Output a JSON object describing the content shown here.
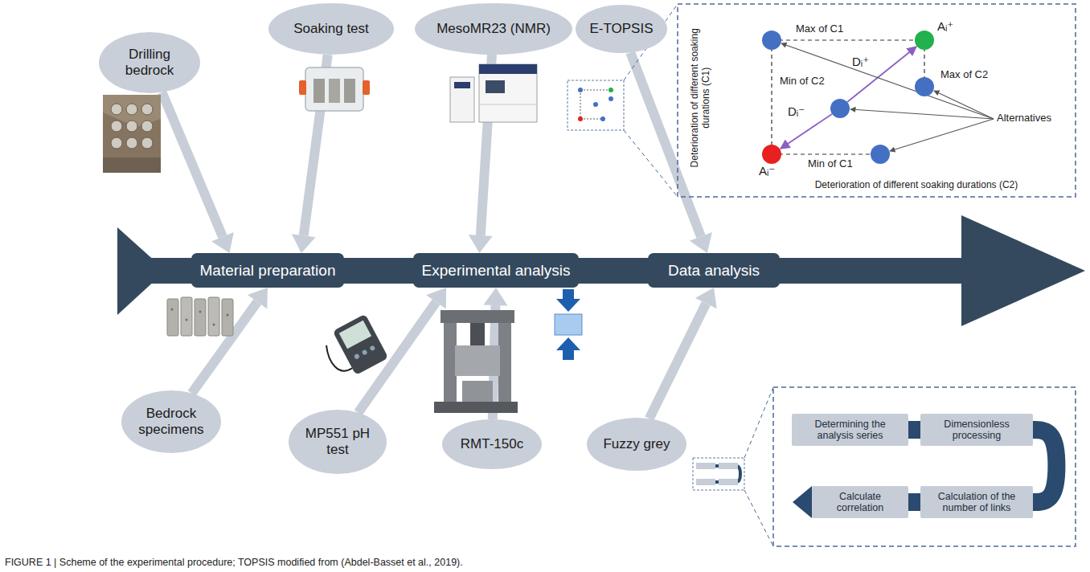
{
  "diagram": {
    "caption": "FIGURE 1 | Scheme of the experimental procedure; TOPSIS modified from (Abdel-Basset et al., 2019).",
    "nodes": [
      {
        "text": [
          "Drilling bedrock"
        ]
      },
      {
        "text": [
          "Soaking test"
        ]
      },
      {
        "text": [
          "MesoMR23 (NMR)"
        ]
      },
      {
        "text": [
          "E-TOPSIS"
        ]
      },
      {
        "text": [
          "Material preparation"
        ]
      },
      {
        "text": [
          "Experimental analysis"
        ]
      },
      {
        "text": [
          "Data analysis"
        ]
      },
      {
        "text": [
          "Bedrock specimens"
        ]
      },
      {
        "text": [
          "MP551 pH test"
        ]
      },
      {
        "text": [
          "RMT-150c"
        ]
      },
      {
        "text": [
          "Fuzzy grey"
        ]
      },
      {
        "text": [
          "Determining the analysis series"
        ]
      },
      {
        "text": [
          "Dimensionless processing"
        ]
      },
      {
        "text": [
          "Calculation of the number of links"
        ]
      },
      {
        "text": [
          "Calculate correlation"
        ]
      }
    ],
    "edges": [
      {
        "from": 0,
        "to": 4,
        "arrow": "to"
      },
      {
        "from": 1,
        "to": 4,
        "arrow": "to"
      },
      {
        "from": 7,
        "to": 4,
        "arrow": "to"
      },
      {
        "from": 2,
        "to": 5,
        "arrow": "to"
      },
      {
        "from": 8,
        "to": 5,
        "arrow": "to"
      },
      {
        "from": 9,
        "to": 5,
        "arrow": "to"
      },
      {
        "from": 3,
        "to": 6,
        "arrow": "to"
      },
      {
        "from": 10,
        "to": 6,
        "arrow": "to"
      },
      {
        "from": 11,
        "to": 12,
        "arrow": "none"
      },
      {
        "from": 12,
        "to": 13,
        "arrow": "none"
      },
      {
        "from": 13,
        "to": 14,
        "arrow": "to"
      }
    ],
    "labels": [
      "Max of C1",
      "Aᵢ⁺",
      "Min of C2",
      "Dᵢ⁺",
      "Max of C2",
      "Dᵢ⁻",
      "Alternatives",
      "Aᵢ⁻",
      "Min of C1",
      "Deterioration of different soaking durations (C1)",
      "Deterioration of different soaking durations (C2)"
    ]
  }
}
